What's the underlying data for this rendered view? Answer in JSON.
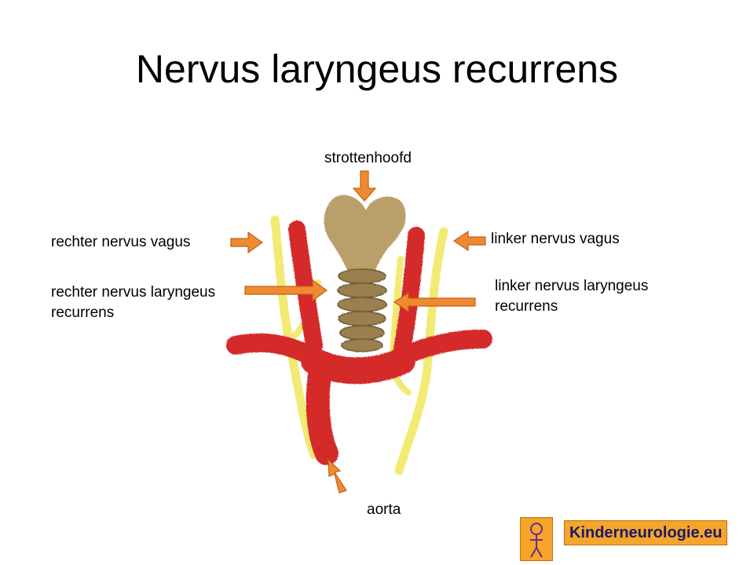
{
  "title": "Nervus laryngeus recurrens",
  "labels": {
    "strottenhoofd": "strottenhoofd",
    "rechter_vagus": "rechter nervus vagus",
    "linker_vagus": "linker nervus vagus",
    "rechter_recurrens_line1": "rechter nervus laryngeus",
    "rechter_recurrens_line2": "recurrens",
    "linker_recurrens_line1": "linker nervus laryngeus",
    "linker_recurrens_line2": "recurrens",
    "aorta": "aorta"
  },
  "logo": {
    "text": "Kinderneurologie.eu"
  },
  "colors": {
    "arrow": "#f08a30",
    "artery": "#d42a2a",
    "nerve": "#f2ea72",
    "larynx": "#b9a06a",
    "trachea": "#9a8050"
  }
}
